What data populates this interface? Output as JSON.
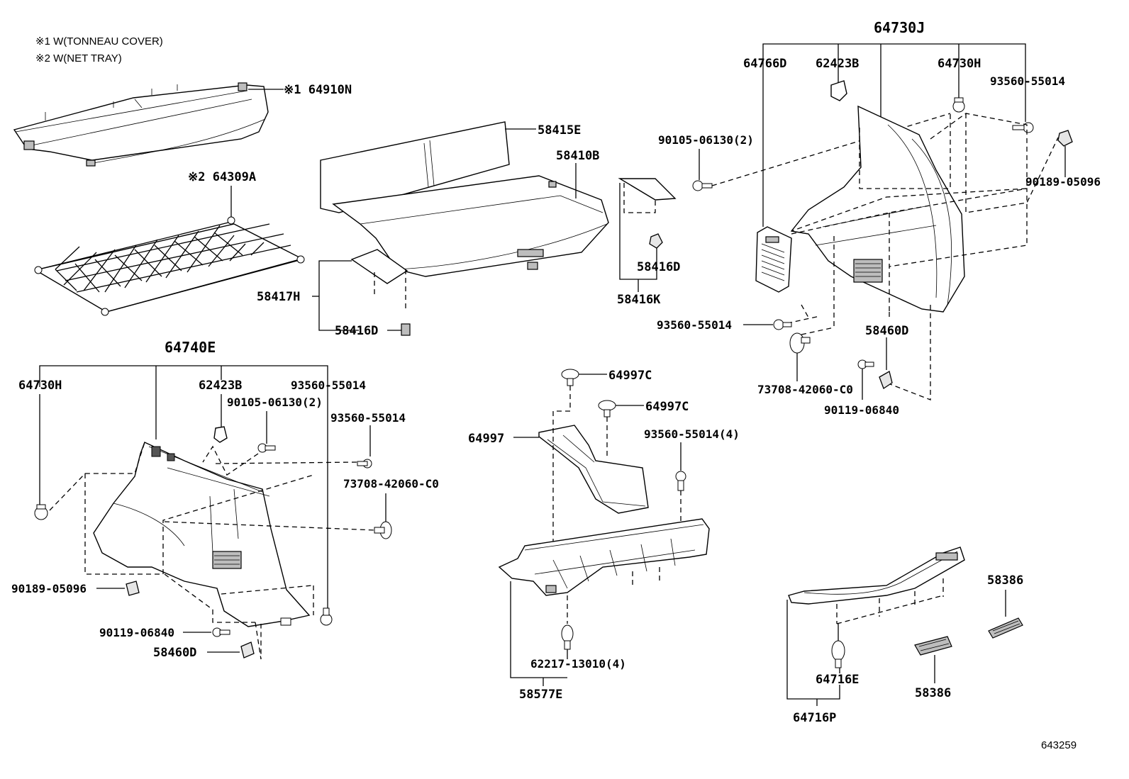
{
  "notes": [
    "※1 W(TONNEAU COVER)",
    "※2 W(NET TRAY)"
  ],
  "labels": {
    "l_64910N": "※1 64910N",
    "l_64309A": "※2 64309A",
    "l_58415E": "58415E",
    "l_58410B": "58410B",
    "l_58417H": "58417H",
    "l_58416D_a": "58416D",
    "l_90105_06130_top": "90105-06130(2)",
    "l_58416D_b": "58416D",
    "l_58416K": "58416K",
    "l_64730J": "64730J",
    "l_64766D": "64766D",
    "l_62423B_top": "62423B",
    "l_64730H_top": "64730H",
    "l_93560_55014_tr": "93560-55014",
    "l_90189_05096_r": "90189-05096",
    "l_93560_55014_mid": "93560-55014",
    "l_58460D_r": "58460D",
    "l_73708_42060_C0_r": "73708-42060-C0",
    "l_90119_06840_r": "90119-06840",
    "l_64740E": "64740E",
    "l_64730H_l": "64730H",
    "l_62423B_l": "62423B",
    "l_93560_55014_l1": "93560-55014",
    "l_90105_06130_l": "90105-06130(2)",
    "l_93560_55014_l2": "93560-55014",
    "l_73708_42060_C0_l": "73708-42060-C0",
    "l_90189_05096_l": "90189-05096",
    "l_90119_06840_l": "90119-06840",
    "l_58460D_l": "58460D",
    "l_64997C_a": "64997C",
    "l_64997C_b": "64997C",
    "l_64997": "64997",
    "l_93560_55014_4": "93560-55014(4)",
    "l_62217_13010": "62217-13010(4)",
    "l_58577E": "58577E",
    "l_58386_a": "58386",
    "l_58386_b": "58386",
    "l_64716E": "64716E",
    "l_64716P": "64716P"
  },
  "figure_number": "643259"
}
